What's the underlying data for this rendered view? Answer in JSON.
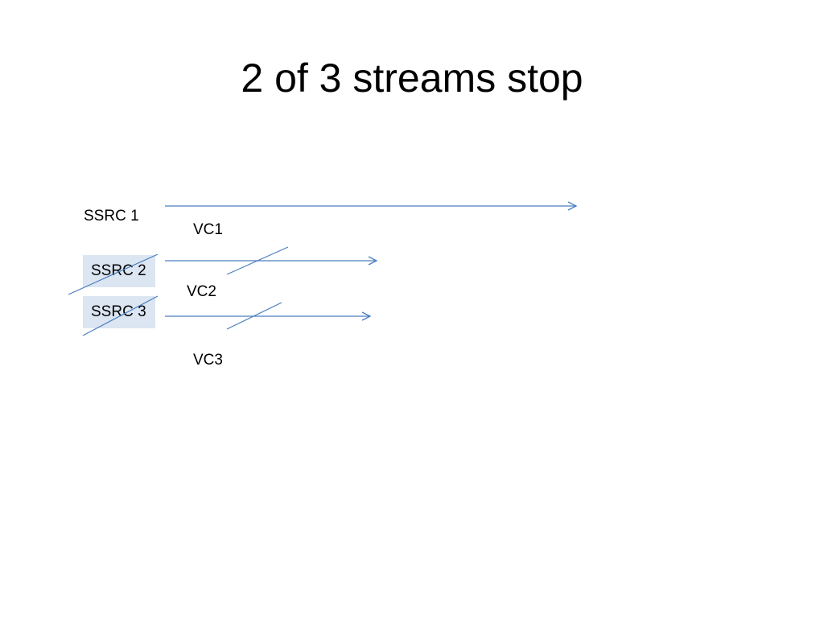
{
  "slide": {
    "title": "2 of 3 streams stop"
  },
  "sources": [
    {
      "label": "SSRC 1",
      "stopped": false
    },
    {
      "label": "SSRC 2",
      "stopped": true
    },
    {
      "label": "SSRC 3",
      "stopped": true
    }
  ],
  "channels": [
    {
      "label": "VC1"
    },
    {
      "label": "VC2"
    },
    {
      "label": "VC3"
    }
  ],
  "colors": {
    "line": "#4a7ebf",
    "stopped_box_fill": "#dce6f2"
  }
}
